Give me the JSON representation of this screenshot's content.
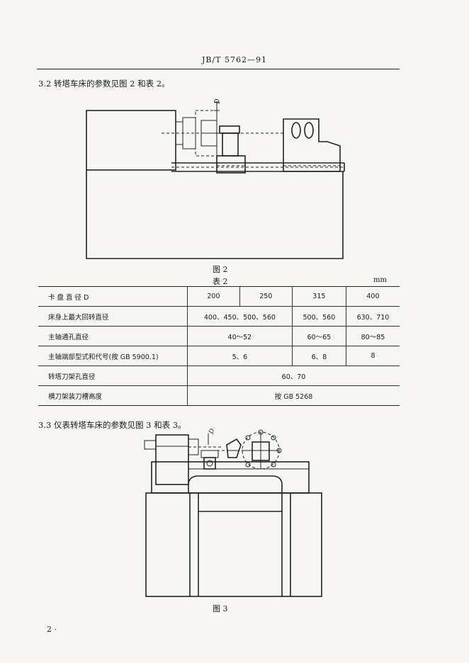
{
  "header": {
    "doc_code": "JB/T 5762—91"
  },
  "section_3_2": {
    "text": "3.2  转塔车床的参数见图 2 和表 2。"
  },
  "figure2": {
    "caption": "图 2",
    "dim_label": "D"
  },
  "table2": {
    "caption": "表 2",
    "unit": "mm",
    "header": {
      "label": "卡  盘  直  径 D",
      "cols": [
        "200",
        "250",
        "315",
        "400"
      ]
    },
    "rows": [
      {
        "label": "床身上最大回转直径",
        "vals": [
          "400、450、500、560",
          "500、560",
          "630、710"
        ]
      },
      {
        "label": "主轴通孔直径",
        "vals": [
          "40～52",
          "60～65",
          "80～85"
        ]
      },
      {
        "label": "主轴端部型式和代号(按 GB 5900.1)",
        "vals": [
          "5、6",
          "6、8",
          "8"
        ]
      },
      {
        "label": "转塔刀架孔直径",
        "vals": [
          "60、70"
        ]
      },
      {
        "label": "横刀架装刀槽高度",
        "vals": [
          "按 GB 5268"
        ]
      }
    ]
  },
  "section_3_3": {
    "text": "3.3  仪表转塔车床的参数见图 3 和表 3。"
  },
  "figure3": {
    "caption": "图 3",
    "dim_label": "D"
  },
  "footer": {
    "page_number": "2 ·"
  }
}
